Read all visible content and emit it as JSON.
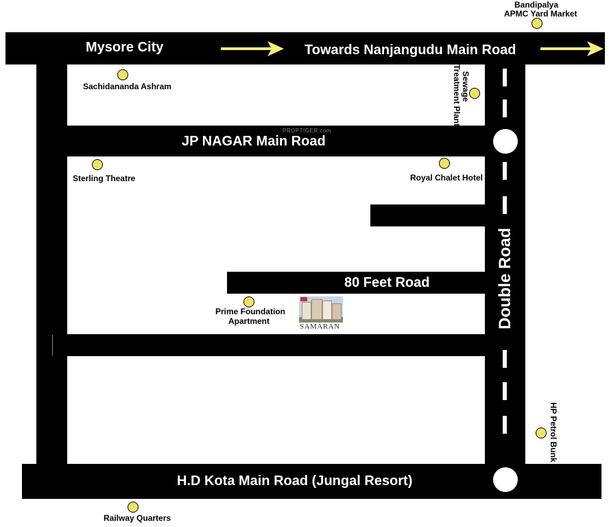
{
  "colors": {
    "road": "#000000",
    "road_text": "#ffffff",
    "marker": "#eee366",
    "arrow": "#f3ef7a"
  },
  "roads": {
    "top_left": "Mysore City",
    "top_right": "Towards Nanjangudu Main Road",
    "jp_nagar": "JP NAGAR Main Road",
    "feet80": "80 Feet Road",
    "double": "Double Road",
    "hd_kota": "H.D Kota Main Road (Jungal Resort)"
  },
  "watermark": "PROPTIGER.com",
  "landmarks": {
    "bandipalya_1": "Bandipalya",
    "bandipalya_2": "APMC Yard Market",
    "sachidananda": "Sachidananda Ashram",
    "sewage_1": "Sewage",
    "sewage_2": "Treatment Plant",
    "sterling": "Sterling Theatre",
    "royal": "Royal Chalet Hotel",
    "prime_1": "Prime Foundation",
    "prime_2": "Apartment",
    "hp": "HP Petrol Bunk",
    "railway": "Railway Quarters"
  },
  "project": {
    "name": "SAMARAN"
  },
  "icons": {
    "arrow": "right-arrow-icon",
    "marker": "location-marker-icon"
  }
}
